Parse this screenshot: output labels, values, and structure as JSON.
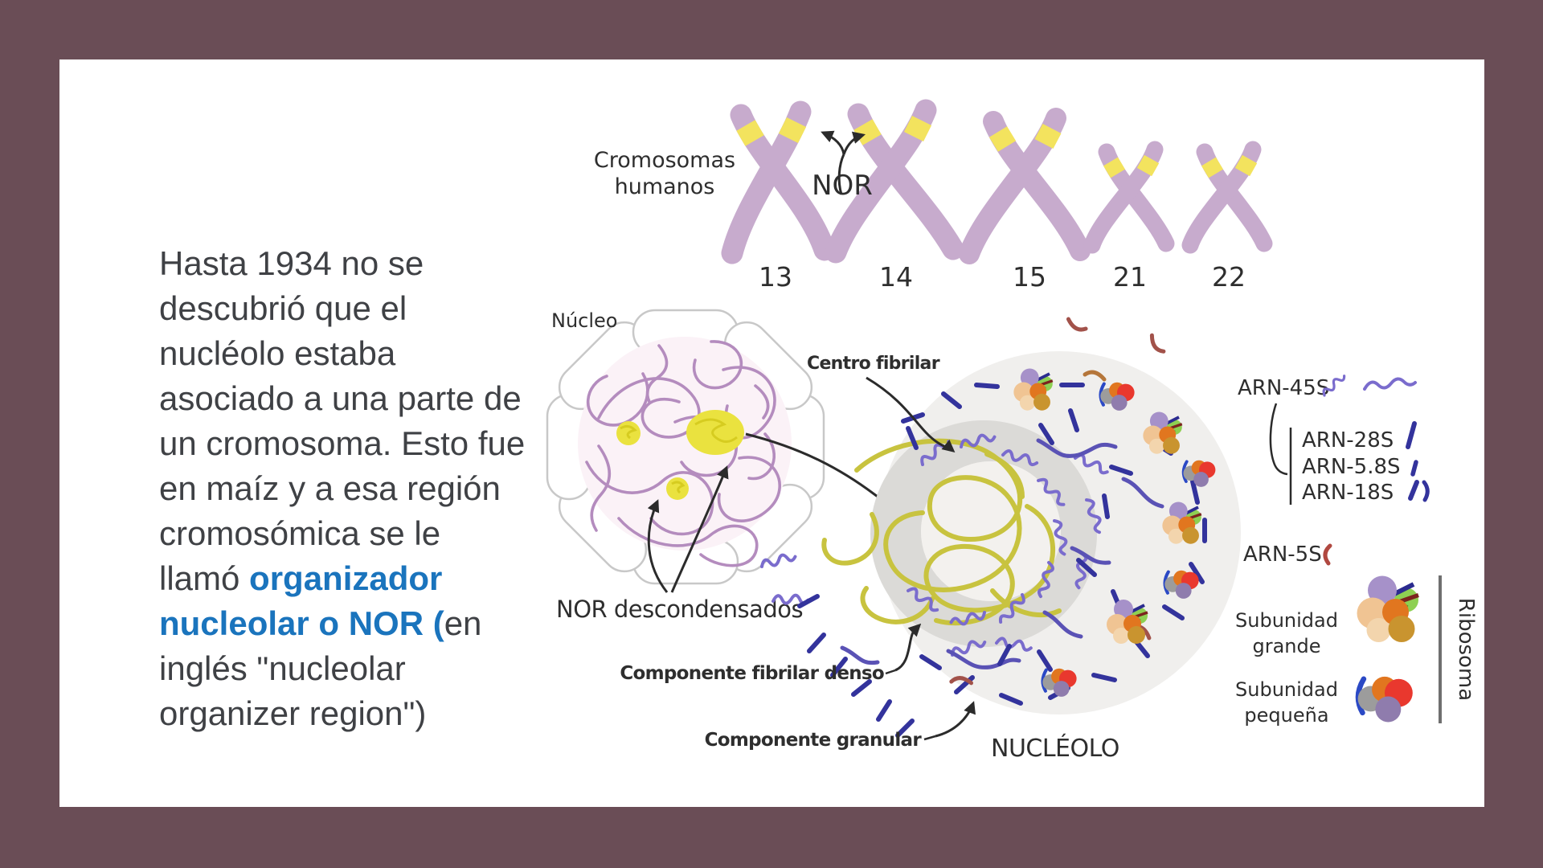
{
  "paragraph": {
    "part1": "Hasta 1934 no se\ndescubrió que el\nnucléolo estaba\nasociado a una parte de\nun cromosoma. Esto fue\nen maíz y a esa región\ncromosómica se le\nllamó ",
    "highlight": "organizador\nnucleolar o NOR (",
    "part2": "en\ninglés \"nucleolar\norganizer region\")"
  },
  "chromosomes": {
    "label_line1": "Cromosomas",
    "label_line2": "humanos",
    "nor": "NOR",
    "numbers": [
      "13",
      "14",
      "15",
      "21",
      "22"
    ]
  },
  "nucleus": {
    "label": "Núcleo",
    "nor_label": "NOR descondensados"
  },
  "nucleolus": {
    "centro_fibrilar": "Centro fibrilar",
    "componente_fibrilar_denso": "Componente fibrilar denso",
    "componente_granular": "Componente granular",
    "title": "NUCLÉOLO"
  },
  "rna_labels": {
    "arn45s": "ARN-45S",
    "arn28s": "ARN-28S",
    "arn5_8s": "ARN-5.8S",
    "arn18s": "ARN-18S",
    "arn5s": "ARN-5S"
  },
  "ribosome": {
    "large_line1": "Subunidad",
    "large_line2": "grande",
    "small_line1": "Subunidad",
    "small_line2": "pequeña",
    "label": "Ribosoma"
  },
  "colors": {
    "background": "#6a4d56",
    "slide": "#ffffff",
    "body_text": "#3f4145",
    "highlight_text": "#1a74bd",
    "chromosome_body": "#c7abcd",
    "nor_band": "#f3e35e",
    "chromatin": "#b48cbe",
    "nor_patch": "#eae23f",
    "rdna_loop": "#c8c33f",
    "rna_squiggle": "#7a6ccd",
    "rna_dash": "#33339c",
    "nucleolus_fill": "#f0efed",
    "dense_fibrillar_ring": "#dbdad7"
  }
}
